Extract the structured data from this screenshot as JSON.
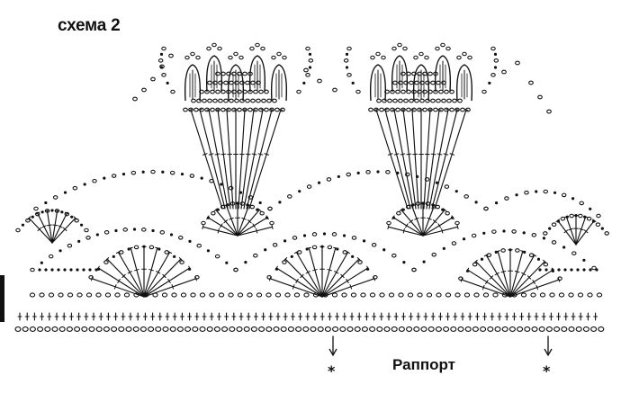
{
  "diagram": {
    "title": "схема 2",
    "repeat_label": "Раппорт",
    "repeat_marker": "*",
    "ink_color": "#111111",
    "paper_color": "#ffffff",
    "repeat_count": 2,
    "fan_count": 4,
    "motif": "crochet pineapple-fan lace border",
    "symbols": [
      "chain-stitch",
      "double-crochet",
      "single-crochet",
      "picot",
      "puff-petal"
    ]
  }
}
